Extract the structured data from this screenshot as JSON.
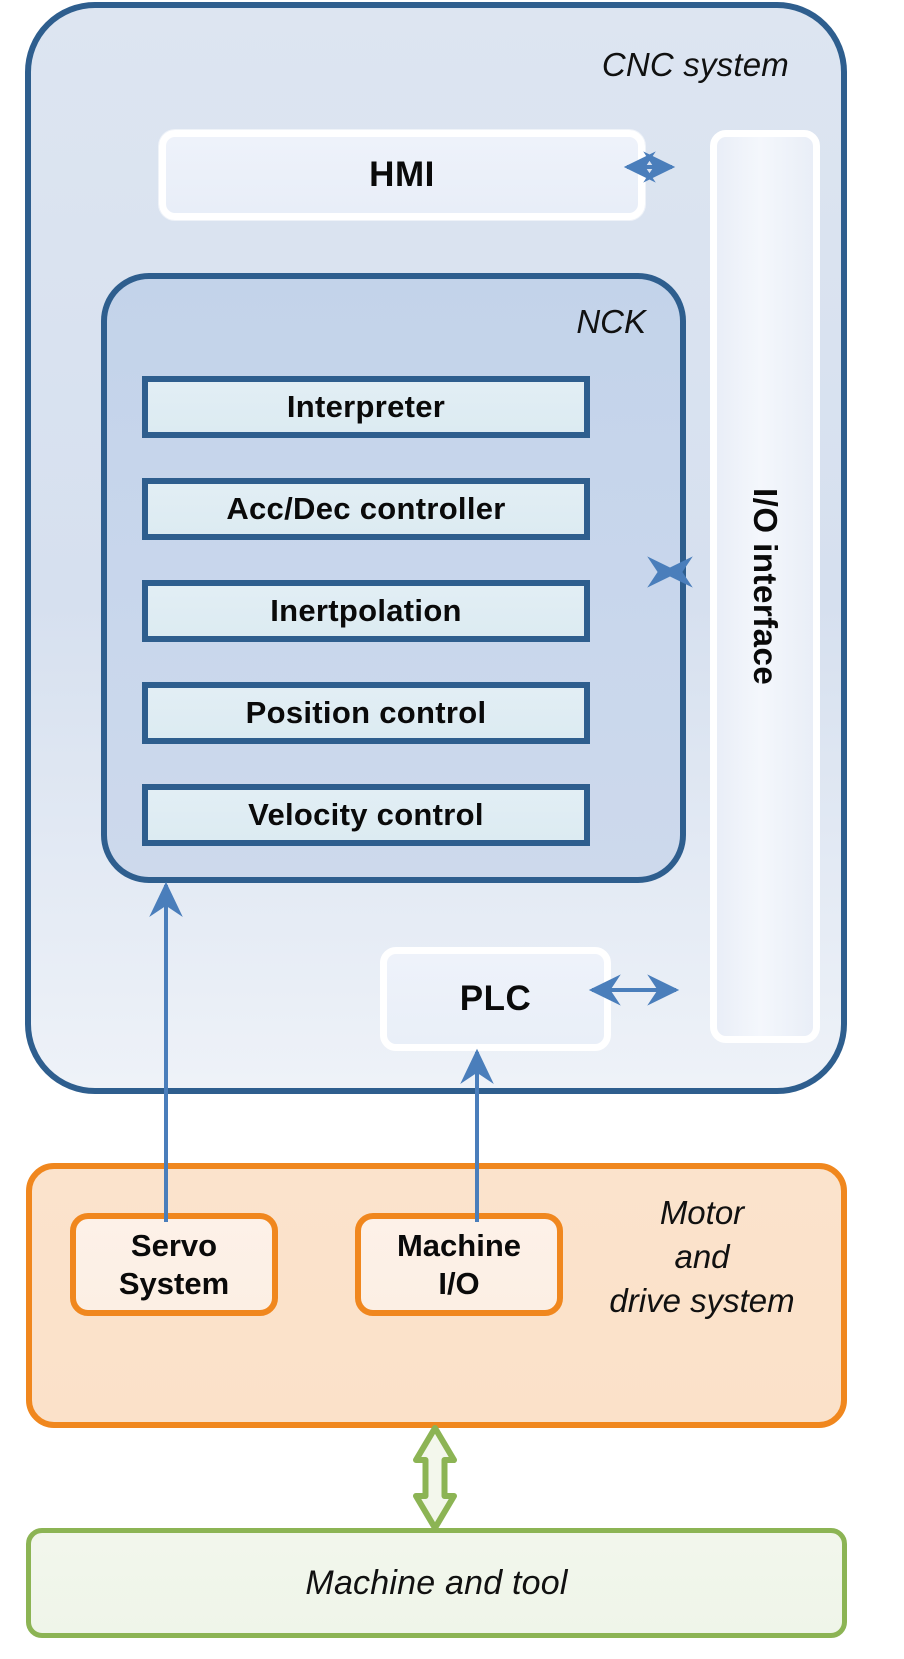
{
  "diagram": {
    "title": "CNC system architecture block diagram",
    "colors": {
      "cnc_border": "#2E5E8E",
      "cnc_fill": "#D9E2F0",
      "nck_border": "#2E5E8E",
      "nck_fill": "#C7D5EB",
      "inner_block_fill": "#DFEDF3",
      "white_block_fill": "#EEF2FA",
      "motor_border": "#F0871E",
      "motor_fill": "#FBE2CA",
      "motor_inner_fill": "#FCF0E6",
      "machine_border": "#8CB454",
      "machine_fill": "#F1F6EB",
      "arrow_blue": "#4A7EBB",
      "arrow_green": "#8CB454"
    }
  },
  "cnc_system": {
    "label": "CNC system",
    "hmi": {
      "label": "HMI"
    },
    "io_interface": {
      "label": "I/O interface"
    },
    "plc": {
      "label": "PLC"
    },
    "nck": {
      "label": "NCK",
      "items": [
        {
          "label": "Interpreter"
        },
        {
          "label": "Acc/Dec controller"
        },
        {
          "label": "Inertpolation"
        },
        {
          "label": "Position control"
        },
        {
          "label": "Velocity control"
        }
      ]
    }
  },
  "motor_and_drive_system": {
    "label": "Motor\nand\ndrive system",
    "label_lines": [
      "Motor",
      "and",
      "drive system"
    ],
    "items": [
      {
        "label": "Servo\nSystem",
        "lines": [
          "Servo",
          "System"
        ]
      },
      {
        "label": "Machine\nI/O",
        "lines": [
          "Machine",
          "I/O"
        ]
      }
    ]
  },
  "machine_and_tool": {
    "label": "Machine and tool"
  },
  "connectors": [
    {
      "name": "hmi-to-io",
      "style": "double-arrow-blue",
      "orientation": "horizontal"
    },
    {
      "name": "nck-to-io",
      "style": "double-arrow-blue",
      "orientation": "horizontal"
    },
    {
      "name": "plc-to-io",
      "style": "double-arrow-blue",
      "orientation": "horizontal"
    },
    {
      "name": "servo-to-nck",
      "style": "single-arrow-blue",
      "orientation": "vertical-up"
    },
    {
      "name": "machine-io-to-plc",
      "style": "single-arrow-blue",
      "orientation": "vertical-up"
    },
    {
      "name": "drive-to-machine",
      "style": "double-arrow-green-outline",
      "orientation": "vertical"
    }
  ]
}
